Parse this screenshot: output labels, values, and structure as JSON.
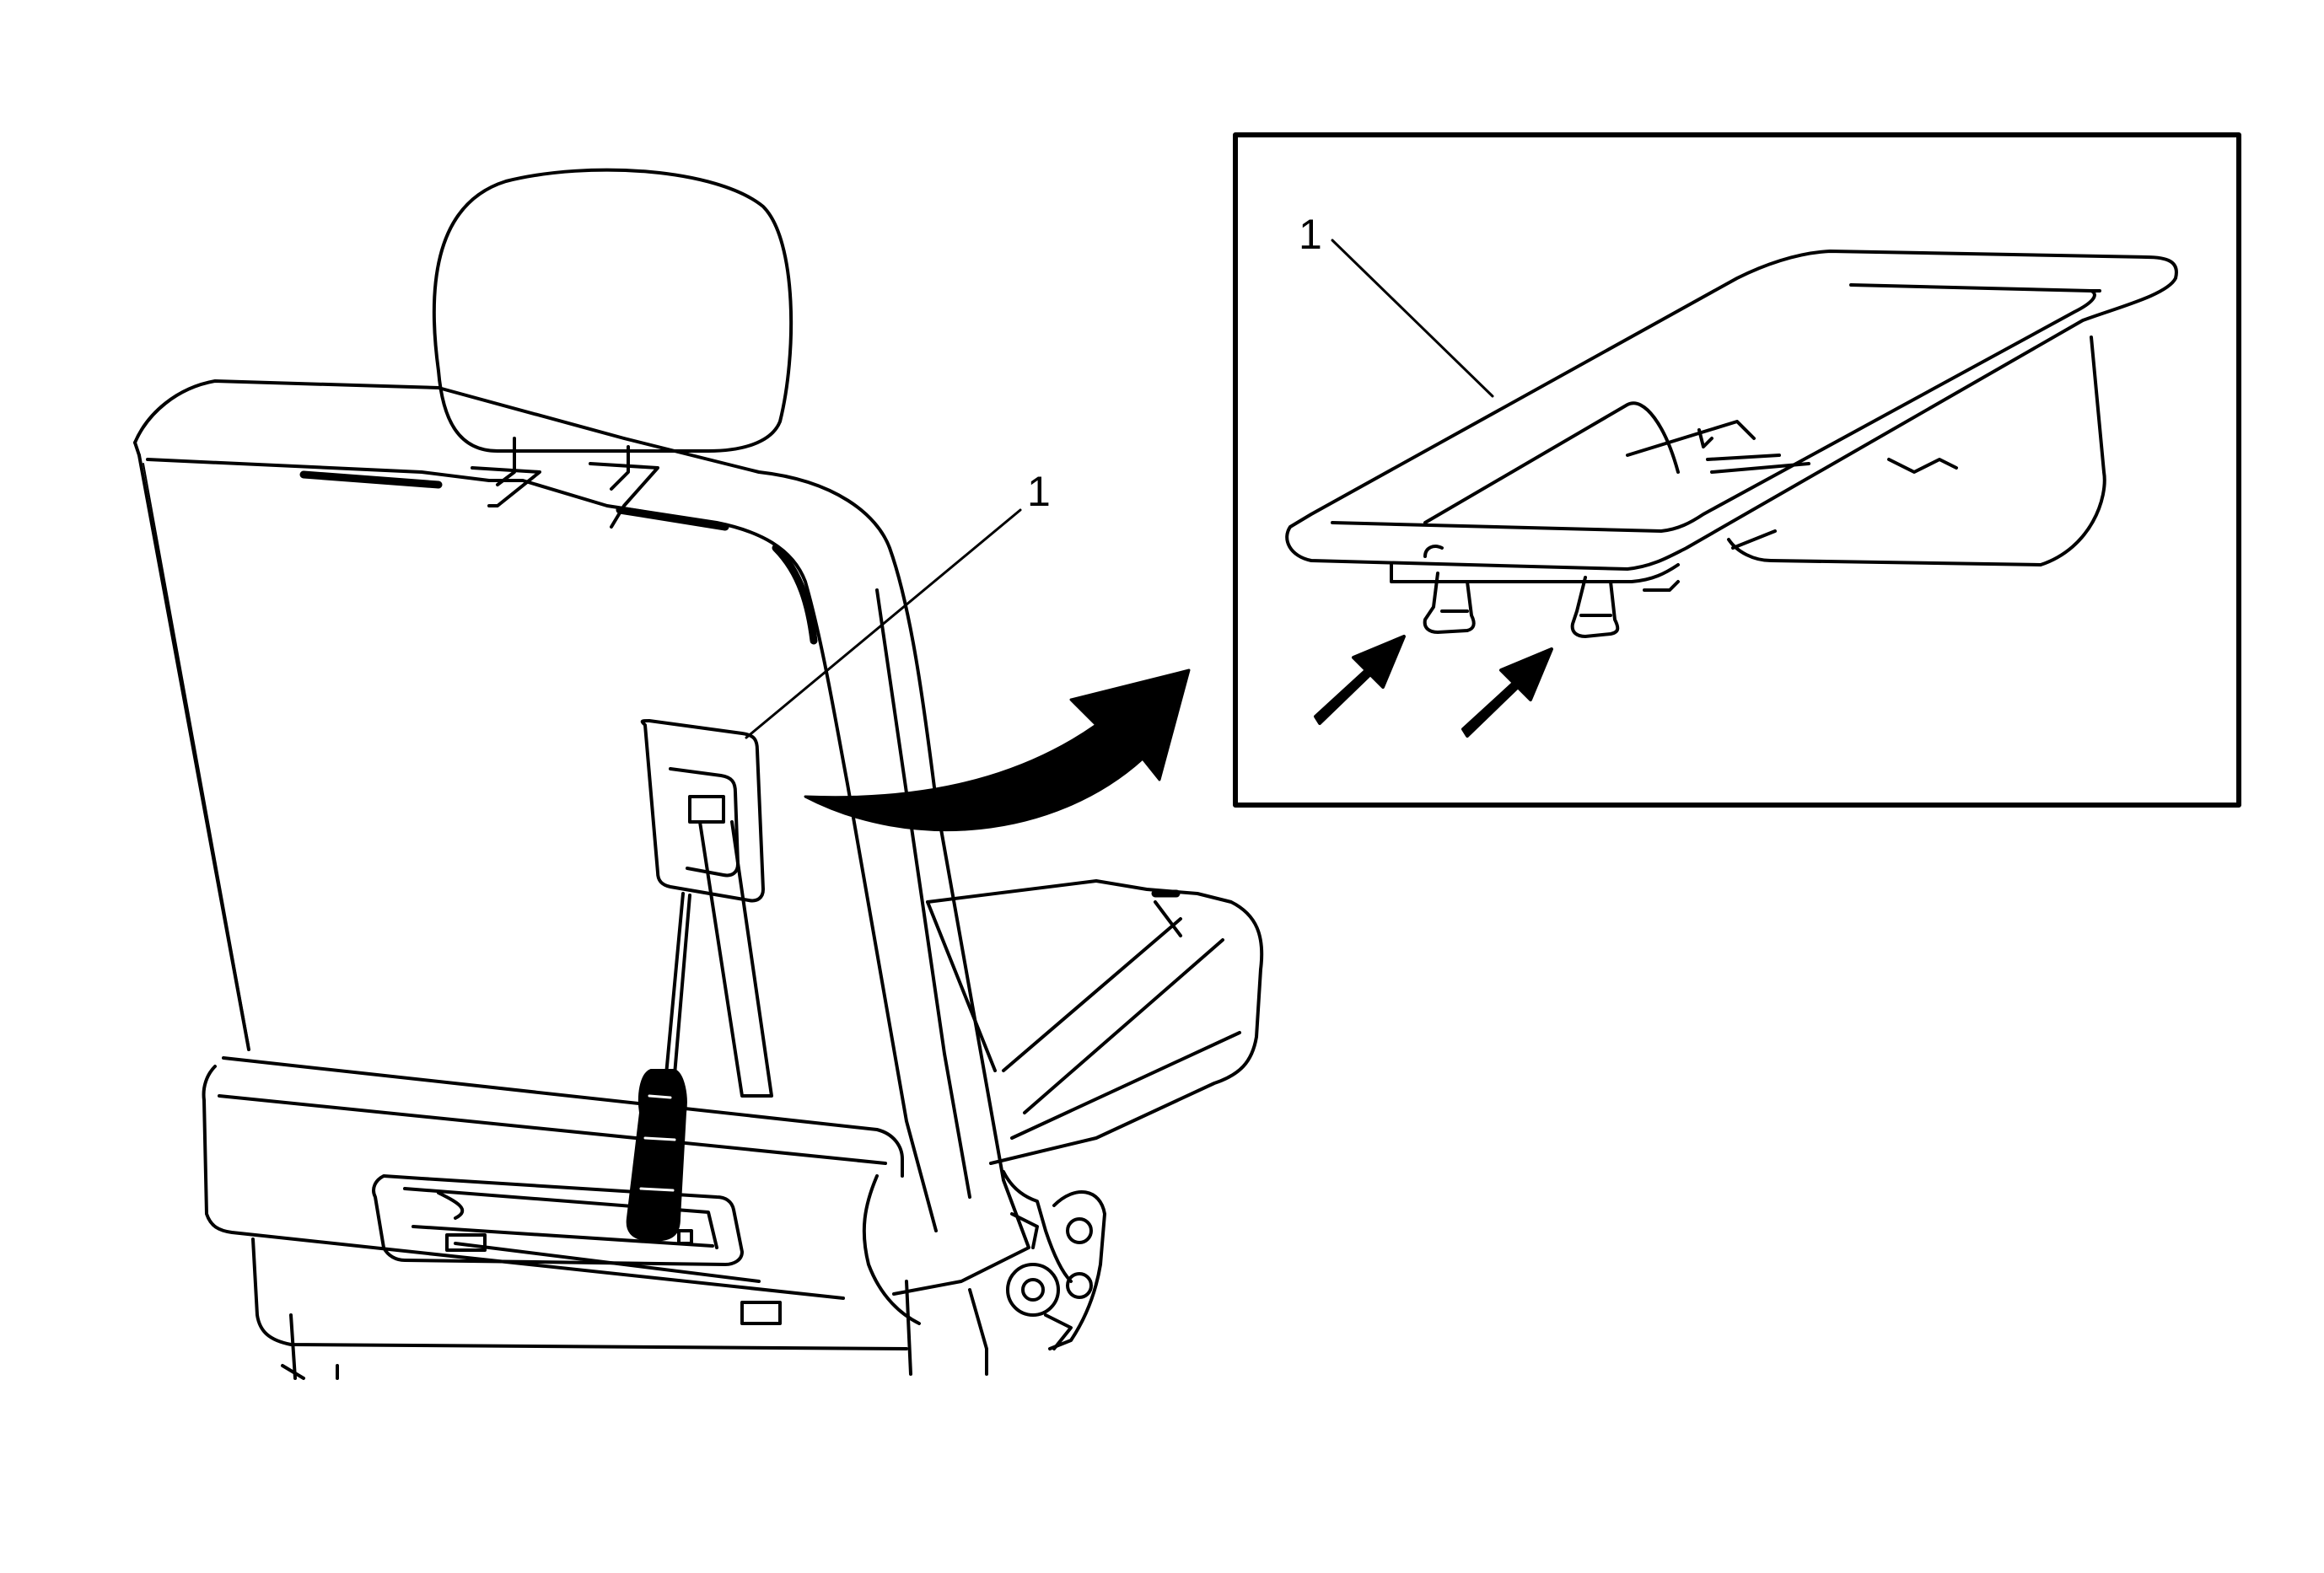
{
  "callouts": {
    "seat_label": "1",
    "inset_label": "1"
  },
  "colors": {
    "line": "#000000",
    "background": "#ffffff"
  },
  "icons": [
    "seat-illustration",
    "screwdriver-icon",
    "curved-arrow-icon",
    "push-arrow-icon"
  ]
}
